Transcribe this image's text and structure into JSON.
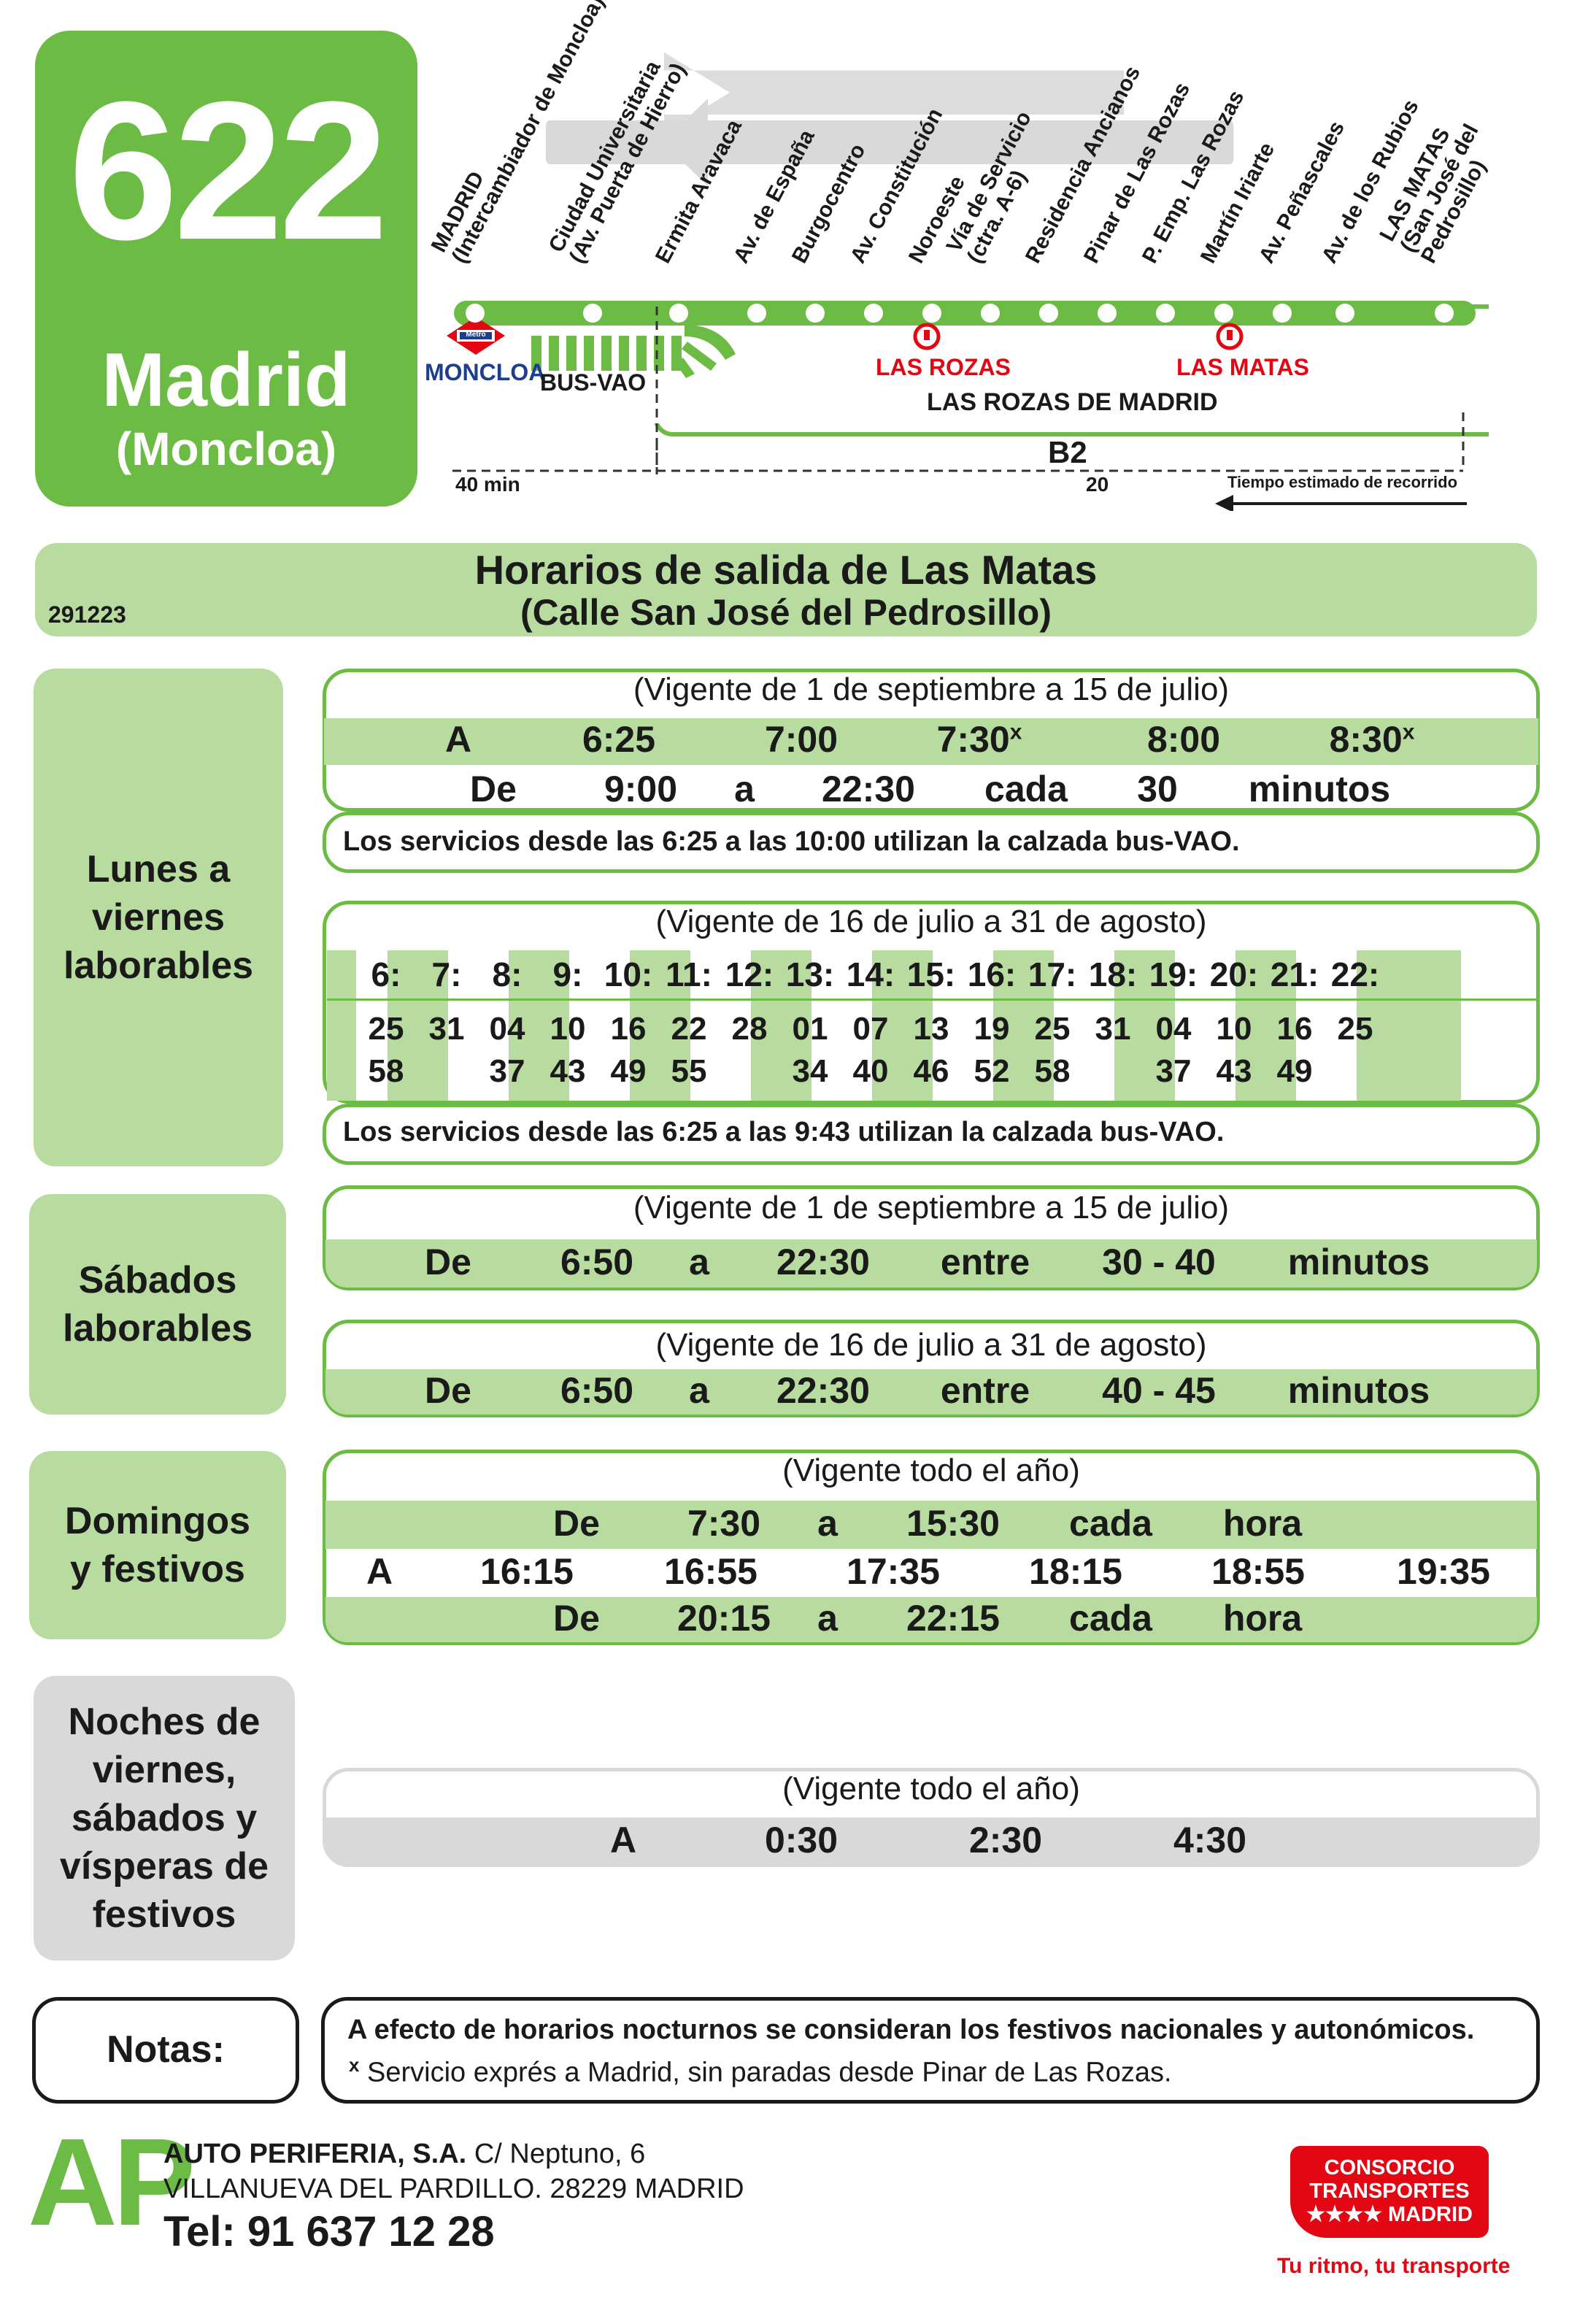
{
  "header": {
    "line_number": "622",
    "destination": "Madrid",
    "destination_sub": "(Moncloa)"
  },
  "route_map": {
    "stops": [
      "MADRID\n(Intercambiador de Moncloa)",
      "Ciudad Universitaria\n(Av. Puerta de Hierro)",
      "Ermita Aravaca",
      "Av. de España",
      "Burgocentro",
      "Av. Constitución",
      "Noroeste",
      "Vía de Servicio\n(ctra. A-6)",
      "Residencia Ancianos",
      "Pinar de Las Rozas",
      "P. Emp. Las Rozas",
      "Martín Iriarte",
      "Av. Peñascales",
      "Av. de los Rubios",
      "LAS MATAS\n(San José del\nPedrosillo)"
    ],
    "moncloa_label": "MONCLOA",
    "metro_label": "Metro",
    "busvao_label": "BUS-VAO",
    "las_rozas_label": "LAS ROZAS",
    "las_matas_label": "LAS MATAS",
    "municipality_label": "LAS ROZAS DE MADRID",
    "zone_label": "B2",
    "time_total": "40 min",
    "time_partial": "20",
    "time_caption": "Tiempo estimado de recorrido",
    "colors": {
      "route_green": "#6cbb45",
      "light_green": "#b8dc9f",
      "red": "#e30613"
    }
  },
  "title_bar": {
    "code": "291223",
    "title": "Horarios de salida de Las Matas",
    "subtitle": "(Calle San José del Pedrosillo)"
  },
  "weekdays": {
    "label": "Lunes a viernes laborables",
    "winter": {
      "validity": "(Vigente de 1 de septiembre a 15 de julio)",
      "row1": [
        "A",
        "6:25",
        "7:00",
        "7:30",
        "8:00",
        "8:30"
      ],
      "express_mark": "x",
      "row2": [
        "De",
        "9:00",
        "a",
        "22:30",
        "cada",
        "30",
        "minutos"
      ],
      "note": "Los servicios desde las 6:25 a las 10:00 utilizan la calzada bus-VAO."
    },
    "summer": {
      "validity": "(Vigente de 16 de julio a 31 de agosto)",
      "hours": [
        "6:",
        "7:",
        "8:",
        "9:",
        "10:",
        "11:",
        "12:",
        "13:",
        "14:",
        "15:",
        "16:",
        "17:",
        "18:",
        "19:",
        "20:",
        "21:",
        "22:"
      ],
      "minutes": [
        [
          "25",
          "58"
        ],
        [
          "31"
        ],
        [
          "04",
          "37"
        ],
        [
          "10",
          "43"
        ],
        [
          "16",
          "49"
        ],
        [
          "22",
          "55"
        ],
        [
          "28"
        ],
        [
          "01",
          "34"
        ],
        [
          "07",
          "40"
        ],
        [
          "13",
          "46"
        ],
        [
          "19",
          "52"
        ],
        [
          "25",
          "58"
        ],
        [
          "31"
        ],
        [
          "04",
          "37"
        ],
        [
          "10",
          "43"
        ],
        [
          "16",
          "49"
        ],
        [
          "25"
        ]
      ],
      "note": "Los servicios desde las 6:25 a las 9:43 utilizan la calzada bus-VAO."
    }
  },
  "saturdays": {
    "label": "Sábados laborables",
    "winter": {
      "validity": "(Vigente de 1 de septiembre a 15 de julio)",
      "row": [
        "De",
        "6:50",
        "a",
        "22:30",
        "entre",
        "30 - 40",
        "minutos"
      ]
    },
    "summer": {
      "validity": "(Vigente de 16 de julio a 31 de agosto)",
      "row": [
        "De",
        "6:50",
        "a",
        "22:30",
        "entre",
        "40 - 45",
        "minutos"
      ]
    }
  },
  "sundays": {
    "label": "Domingos y festivos",
    "validity": "(Vigente todo el año)",
    "row1": [
      "De",
      "7:30",
      "a",
      "15:30",
      "cada",
      "hora"
    ],
    "row2": [
      "A",
      "16:15",
      "16:55",
      "17:35",
      "18:15",
      "18:55",
      "19:35"
    ],
    "row3": [
      "De",
      "20:15",
      "a",
      "22:15",
      "cada",
      "hora"
    ]
  },
  "nights": {
    "label": "Noches de viernes, sábados y vísperas de festivos",
    "validity": "(Vigente todo el año)",
    "row": [
      "A",
      "0:30",
      "2:30",
      "4:30"
    ]
  },
  "notes": {
    "label": "Notas:",
    "line1": "A efecto de horarios nocturnos se consideran los festivos nacionales y autonómicos.",
    "mark": "x",
    "line2": "Servicio exprés a Madrid, sin paradas desde Pinar de Las Rozas."
  },
  "footer": {
    "logo": "AP",
    "company": "AUTO PERIFERIA, S.A.",
    "address1": "C/ Neptuno, 6",
    "address2": "VILLANUEVA DEL PARDILLO. 28229 MADRID",
    "phone": "Tel: 91 637 12 28",
    "consorcio_lines": [
      "CONSORCIO",
      "TRANSPORTES",
      "★★★★ MADRID"
    ],
    "slogan": "Tu ritmo, tu transporte"
  }
}
